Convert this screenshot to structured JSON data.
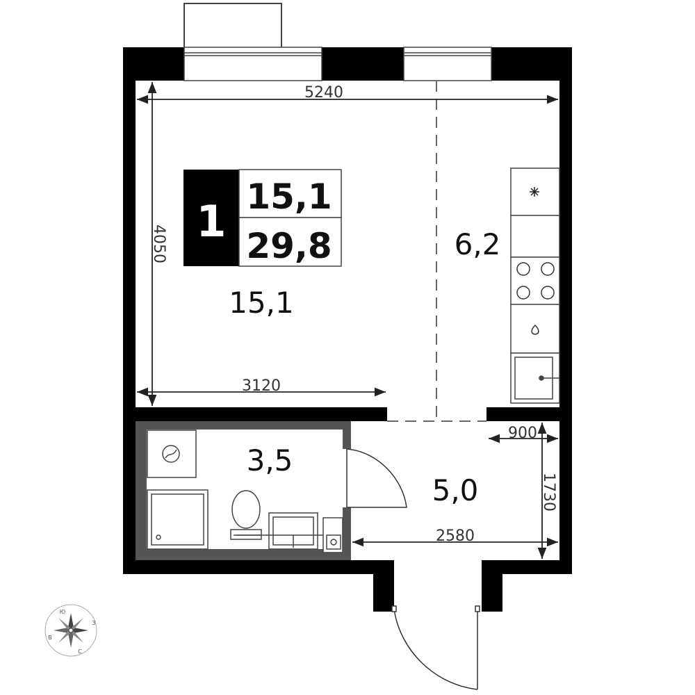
{
  "badge": {
    "rooms": "1",
    "living_area": "15,1",
    "total_area": "29,8"
  },
  "rooms": {
    "living": "15,1",
    "kitchen": "6,2",
    "bathroom": "3,5",
    "hall": "5,0"
  },
  "dimensions": {
    "width_total": "5240",
    "height_living": "4050",
    "width_living": "3120",
    "hall_niche": "900",
    "hall_height": "1730",
    "hall_width": "2580"
  },
  "compass": {
    "north": "З",
    "south": "В",
    "east": "С",
    "west": "Ю"
  },
  "icons": [
    "fridge-snowflake-icon",
    "stove-icon",
    "dishwasher-icon",
    "sink-icon",
    "washing-machine-icon",
    "shower-icon",
    "toilet-icon",
    "washbasin-icon",
    "compass-rose-icon"
  ],
  "colors": {
    "wall": "#000000",
    "bath_wall": "#555555",
    "line": "#222222"
  }
}
